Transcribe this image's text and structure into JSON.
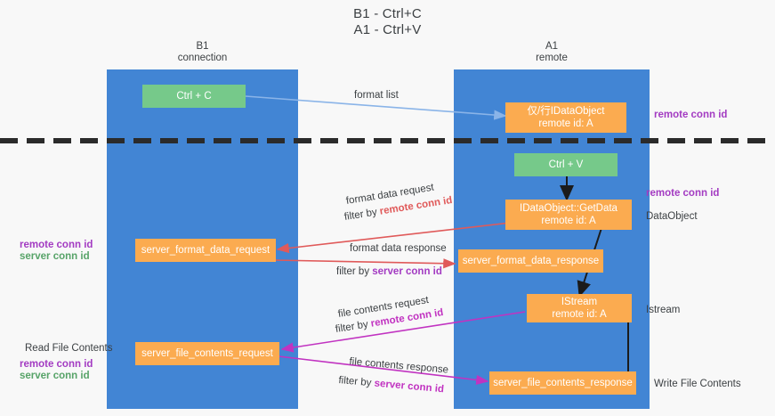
{
  "title": {
    "line1": "B1 - Ctrl+C",
    "line2": "A1 - Ctrl+V"
  },
  "lanes": [
    {
      "id": "b1",
      "name": "B1",
      "role": "connection"
    },
    {
      "id": "a1",
      "name": "A1",
      "role": "remote"
    }
  ],
  "nodes": {
    "ctrl_c": {
      "label": "Ctrl + C",
      "color": "#76c98a"
    },
    "idataobject": {
      "line1": "仅/行IDataObject",
      "line2": "remote id: A",
      "color": "#fbab50"
    },
    "ctrl_v": {
      "label": "Ctrl + V",
      "color": "#76c98a"
    },
    "getdata": {
      "line1": "IDataObject::GetData",
      "line2": "remote id: A",
      "color": "#fbab50"
    },
    "server_format_data_request": {
      "label": "server_format_data_request",
      "color": "#fbab50"
    },
    "server_format_data_response": {
      "label": "server_format_data_response",
      "color": "#fbab50"
    },
    "istream": {
      "line1": "IStream",
      "line2": "remote id: A",
      "color": "#fbab50"
    },
    "server_file_contents_request": {
      "label": "server_file_contents_request",
      "color": "#fbab50"
    },
    "server_file_contents_response": {
      "label": "server_file_contents_response",
      "color": "#fbab50"
    }
  },
  "edge_labels": {
    "format_list": "format list",
    "format_data_request": "format data request",
    "format_data_request_filter_prefix": "filter by ",
    "format_data_request_filter_key": "remote conn id",
    "format_data_response": "format data response",
    "format_data_response_filter_prefix": "filter by ",
    "format_data_response_filter_key": "server conn id",
    "file_contents_request": "file contents request",
    "file_contents_request_filter_prefix": "filter by ",
    "file_contents_request_filter_key": "remote conn id",
    "file_contents_response": "file contents response",
    "file_contents_response_filter_prefix": "filter by ",
    "file_contents_response_filter_key": "server conn id"
  },
  "annotations": {
    "right_remote_conn_id_top": "remote conn id",
    "right_remote_conn_id_mid": "remote conn id",
    "right_dataobject": "DataObject",
    "right_istream": "Istream",
    "right_write_file_contents": "Write File Contents",
    "left_remote_conn_id_mid": "remote conn id",
    "left_server_conn_id_mid": "server conn id",
    "left_read_file_contents": "Read File Contents",
    "left_remote_conn_id_bottom": "remote conn id",
    "left_server_conn_id_bottom": "server conn id"
  },
  "colors": {
    "lane": "#4285d4",
    "green_node": "#76c98a",
    "orange_node": "#fbab50",
    "purple_key": "#a33bc2",
    "green_key": "#57a368",
    "red_arrow": "#e05a5a",
    "magenta_arrow": "#c133c1",
    "blue_arrow": "#8ab4e8",
    "divider": "#2b2b2b"
  }
}
